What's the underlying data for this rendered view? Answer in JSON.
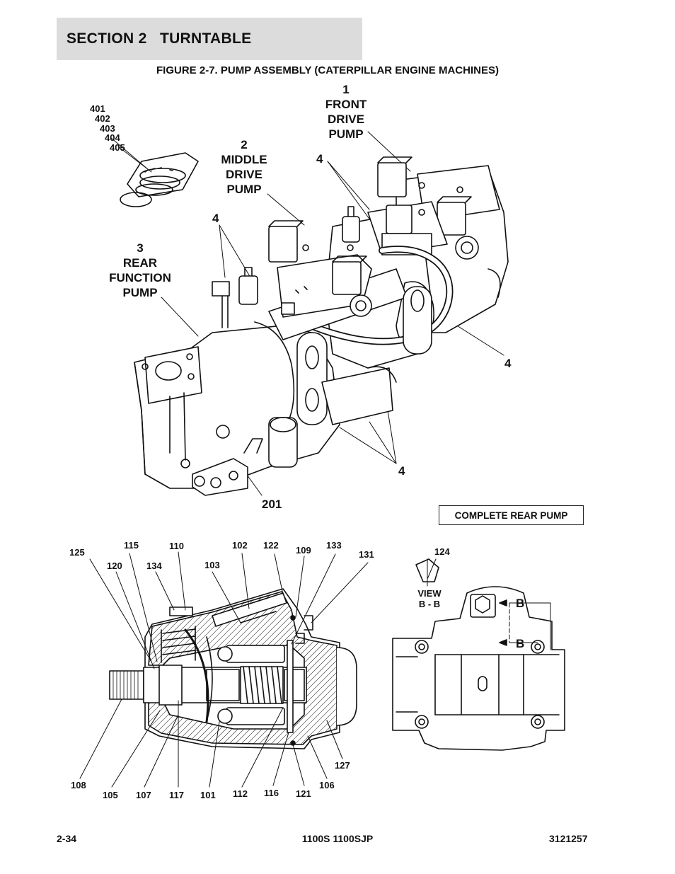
{
  "header": {
    "section": "SECTION 2   TURNTABLE"
  },
  "figure": {
    "title": "FIGURE 2-7. PUMP ASSEMBLY (CATERPILLAR ENGINE MACHINES)"
  },
  "top_labels": {
    "front_drive_pump": {
      "num": "1",
      "line1": "FRONT",
      "line2": "DRIVE",
      "line3": "PUMP"
    },
    "middle_drive_pump": {
      "num": "2",
      "line1": "MIDDLE",
      "line2": "DRIVE",
      "line3": "PUMP"
    },
    "rear_function_pump": {
      "num": "3",
      "line1": "REAR",
      "line2": "FUNCTION",
      "line3": "PUMP"
    },
    "seal_kit": [
      "401",
      "402",
      "403",
      "404",
      "405"
    ],
    "hose_a": "4",
    "hose_b": "4",
    "hose_c": "4",
    "hose_d": "4",
    "fitting": "201"
  },
  "complete_rear_pump": "COMPLETE REAR PUMP",
  "section_labels": {
    "l125": "125",
    "l115": "115",
    "l110": "110",
    "l102": "102",
    "l122": "122",
    "l109": "109",
    "l133": "133",
    "l131": "131",
    "l120": "120",
    "l134": "134",
    "l103": "103",
    "l108": "108",
    "l105": "105",
    "l107": "107",
    "l117": "117",
    "l101": "101",
    "l112": "112",
    "l116": "116",
    "l121": "121",
    "l106": "106",
    "l127": "127"
  },
  "view_labels": {
    "l124": "124",
    "view1": "VIEW",
    "view2": "B - B",
    "b_top": "B",
    "b_bottom": "B"
  },
  "footer": {
    "page": "2-34",
    "model": "1100S 1100SJP",
    "doc": "3121257"
  }
}
